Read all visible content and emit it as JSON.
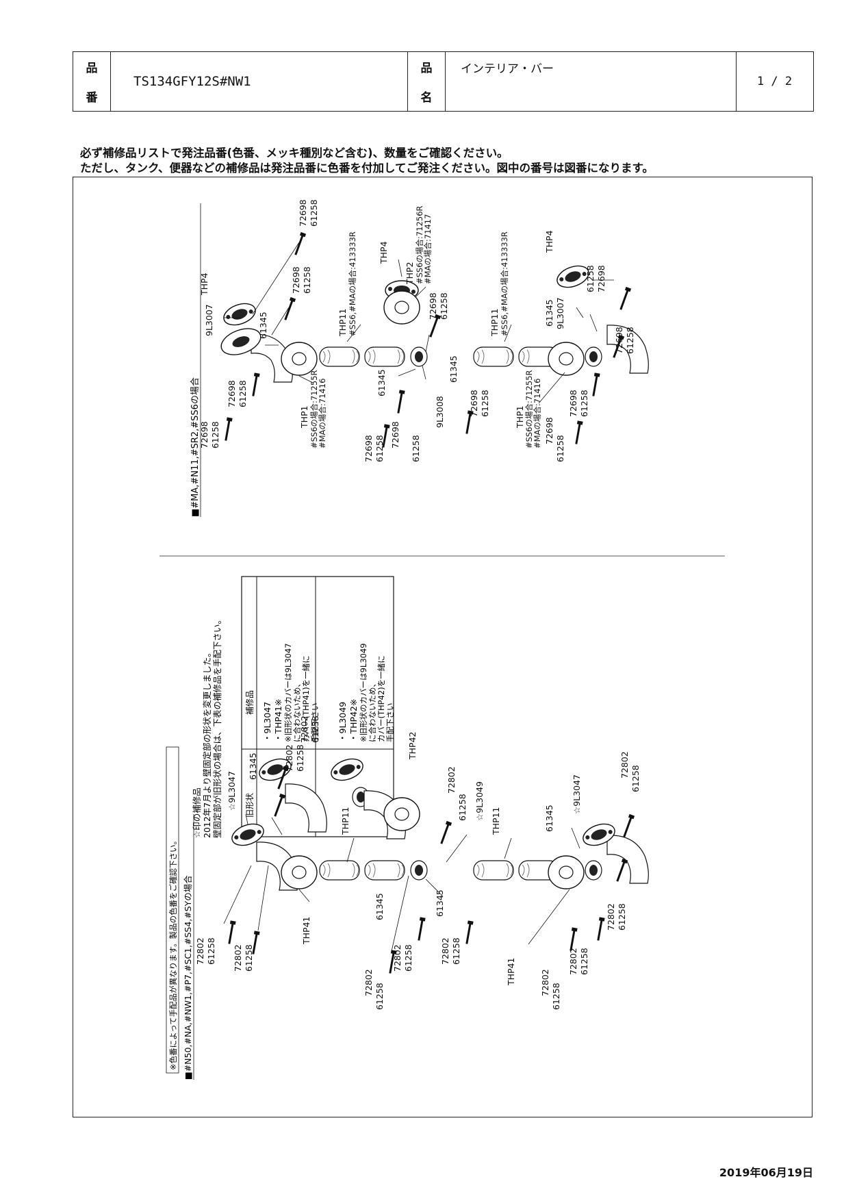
{
  "header": {
    "code_label_top": "品",
    "code_label_bottom": "番",
    "product_code": "TS134GFY12S#NW1",
    "name_label_top": "品",
    "name_label_bottom": "名",
    "product_name": "インテリア・バー",
    "page": "1 / 2"
  },
  "notes": [
    "必ず補修品リストで発注品番(色番、メッキ種別など含む)、数量をご確認ください。",
    "ただし、タンク、便器などの補修品は発注品番に色番を付加してご発注ください。図中の番号は図番になります。"
  ],
  "diagram_top": {
    "variant_title": "■#MA,#N11,#SR2,#SS6の場合",
    "labels": {
      "thp1": "THP1",
      "thp1_ss6": "#SS6の場合:71255R",
      "thp1_ma": "#MAの場合:71416",
      "thp2": "THP2",
      "thp2_ss6": "#SS6の場合:71256R",
      "thp2_ma": "#MAの場合:71417",
      "thp4": "THP4",
      "thp11": "THP11",
      "thp11_sub": "#SS6,#MAの場合:413333R",
      "p9l3007": "9L3007",
      "p9l3008": "9L3008",
      "p61345": "61345",
      "p72698": "72698",
      "p61258": "61258"
    }
  },
  "diagram_bottom": {
    "variant_title": "■#N50,#NA,#NW1,#P7,#SC1,#SS4,#SYの場合",
    "color_note": "※色番によって手配品が異なります。製品の色番をご確認下さい。",
    "labels": {
      "thp41": "THP41",
      "thp42": "THP42",
      "thp11": "THP11",
      "p9l3047": "☆9L3047",
      "p9l3049": "☆9L3049",
      "p61345": "61345",
      "p72802": "72802",
      "p61258": "61258"
    }
  },
  "info_box": {
    "star_note": "☆印の補修品",
    "change_note": "2012年7月より壁固定部の形状を変更しました。",
    "change_note2": "壁固定部が旧形状の場合は、下表の補修品を手配下さい。",
    "col_old": "旧形状",
    "col_parts": "補修品",
    "rows": [
      {
        "part1": "・9L3047",
        "part2": "・THP41※",
        "note1": "※旧形状のカバーは9L3047",
        "note2": "に合わないため、",
        "note3": "カバー(THP41)を一緒に",
        "note4": "手配下さい"
      },
      {
        "part1": "・9L3049",
        "part2": "・THP42※",
        "note1": "※旧形状のカバーは9L3049",
        "note2": "に合わないため、",
        "note3": "カバー(THP42)を一緒に",
        "note4": "手配下さい"
      }
    ]
  },
  "date": "2019年06月19日"
}
